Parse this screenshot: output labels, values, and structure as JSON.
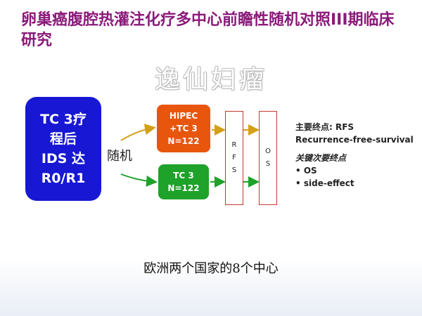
{
  "title": "卵巢癌腹腔热灌注化疗多中心前瞻性随机对照III期临床研究",
  "watermark": "逸仙妇瘤",
  "patient_box": {
    "line1": "TC 3疗",
    "line2": "程后",
    "line3": "IDS 达",
    "line4": "R0/R1"
  },
  "randomize_label": "随机",
  "arm1": {
    "line1": "HIPEC",
    "line2": "+TC 3",
    "line3": "N=122"
  },
  "arm2": {
    "line1": "TC 3",
    "line2": "N=122"
  },
  "rfs_letters": [
    "R",
    "F",
    "S"
  ],
  "os_letters": [
    "O",
    "S"
  ],
  "endpoints": {
    "primary_heading": "主要终点: RFS",
    "primary_detail": "Recurrence-free-survival",
    "secondary_heading": "关键次要终点",
    "secondary_items": [
      "• OS",
      "• side-effect"
    ]
  },
  "footer": "欧洲两个国家的8个中心",
  "colors": {
    "title": "#8b1a7a",
    "patient_box": "#1717d4",
    "arm1": "#e8560e",
    "arm2": "#1ea22a",
    "arrow_arm1": "#d4a017",
    "arrow_arm2": "#1ea22a"
  }
}
